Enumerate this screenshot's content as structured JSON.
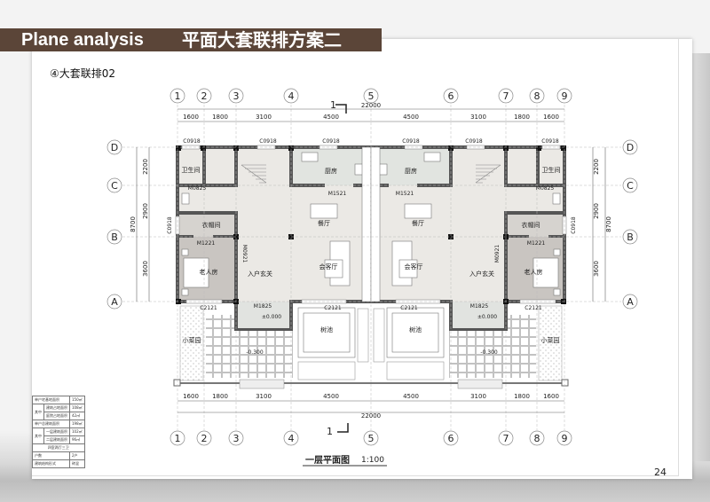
{
  "header": {
    "title_en": "Plane analysis",
    "title_cn": "平面大套联排方案二"
  },
  "subtitle": "④大套联排02",
  "page_number": "24",
  "plan": {
    "caption": "一层平面图",
    "scale": "1:100",
    "section_mark": "1",
    "axes_numbers": [
      "1",
      "2",
      "3",
      "4",
      "5",
      "6",
      "7",
      "8",
      "9"
    ],
    "axes_letters": [
      "D",
      "C",
      "B",
      "A"
    ],
    "dims_horizontal": [
      "1600",
      "1800",
      "3100",
      "4500",
      "4500",
      "3100",
      "1800",
      "1600"
    ],
    "dim_total_horizontal": "22000",
    "dims_vertical": [
      "2200",
      "2900",
      "3600"
    ],
    "dim_total_vertical": "8700",
    "rooms": {
      "bath": "卫生间",
      "kitchen": "厨房",
      "dining": "餐厅",
      "closet": "衣帽间",
      "elder_room": "老人房",
      "entry": "入户玄关",
      "living": "会客厅",
      "tree_pit": "树池",
      "garden": "小菜园"
    },
    "tags": {
      "window_small": "C0918",
      "door_bath": "M0825",
      "door_kitchen": "M1521",
      "door_room": "M1221",
      "door_closet": "M0921",
      "door_entry": "M1825",
      "window_large": "C2121",
      "level_floor": "±0.000",
      "level_yard": "-0.300"
    }
  },
  "area_table": [
    [
      "单户宅基地面积",
      "",
      "150㎡"
    ],
    [
      "其中",
      "建筑占地面积",
      "108㎡"
    ],
    [
      "",
      "庭院占地面积",
      "42㎡"
    ],
    [
      "单户总建筑面积",
      "",
      "198㎡"
    ],
    [
      "其中",
      "一层建筑面积",
      "102㎡"
    ],
    [
      "",
      "二层建筑面积",
      "96㎡"
    ],
    [
      "四室两厅三卫",
      "",
      ""
    ],
    [
      "户数",
      "",
      "2户"
    ],
    [
      "建筑结构形式",
      "",
      "砖混"
    ]
  ]
}
